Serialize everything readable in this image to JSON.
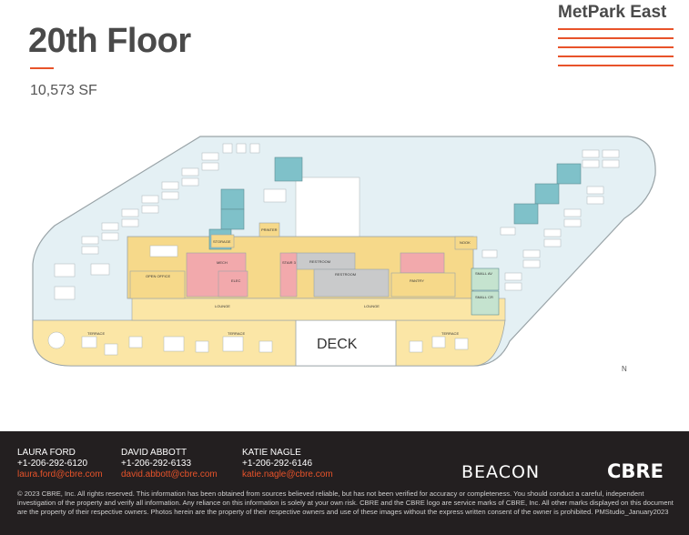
{
  "header": {
    "title": "20th Floor",
    "area": "10,573 SF",
    "brand": "MetPark East"
  },
  "plan": {
    "deck_label": "DECK",
    "north_label": "N",
    "rooms": {
      "open_office": "OPEN OFFICE",
      "lounge_left": "LOUNGE",
      "lounge_right": "LOUNGE",
      "terrace_left": "TERRACE",
      "terrace_mid": "TERRACE",
      "terrace_right": "TERRACE",
      "restroom_top": "RESTROOM",
      "restroom_mid": "RESTROOM",
      "pantry": "PANTRY",
      "mech": "MECH",
      "elec": "ELEC",
      "stair": "STAIR 3",
      "storage": "STORAGE",
      "printer": "PRINTER",
      "nook": "NOOK",
      "small_av": "SMALL AV",
      "small_cr": "SMALL CR"
    }
  },
  "contacts": [
    {
      "name": "LAURA FORD",
      "phone": "+1-206-292-6120",
      "email": "laura.ford@cbre.com"
    },
    {
      "name": "DAVID ABBOTT",
      "phone": "+1-206-292-6133",
      "email": "david.abbott@cbre.com"
    },
    {
      "name": "KATIE NAGLE",
      "phone": "+1-206-292-6146",
      "email": "katie.nagle@cbre.com"
    }
  ],
  "logos": {
    "beacon": "BEACON",
    "cbre": "CBRE"
  },
  "disclaimer": "© 2023 CBRE, Inc. All rights reserved. This information has been obtained from sources believed reliable, but has not been verified for accuracy or completeness. You should conduct a careful, independent investigation of the property and verify all information. Any reliance on this information is solely at your own risk. CBRE and the CBRE logo are service marks of CBRE, Inc. All other marks displayed on this document are the property of their respective owners. Photos herein are the property of their respective owners and use of these images without the express written consent of the owner is prohibited. PMStudio_January2023",
  "colors": {
    "accent": "#e8532a",
    "office_blue": "#dfeef3",
    "core_yellow": "#f6d98a",
    "lounge_yellow": "#fbe6a6",
    "restroom_gray": "#c9cacb",
    "mech_pink": "#f2a9ac",
    "room_teal": "#7fc1c9",
    "footer_bg": "#231f20"
  }
}
